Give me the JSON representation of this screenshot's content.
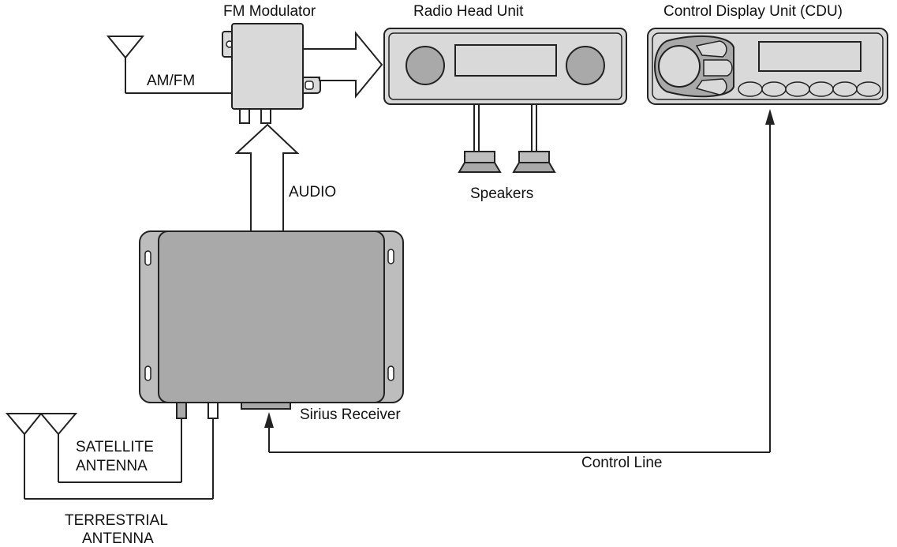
{
  "labels": {
    "fm_modulator": "FM Modulator",
    "radio_head_unit": "Radio Head Unit",
    "cdu": "Control Display Unit (CDU)",
    "am_fm": "AM/FM",
    "audio": "AUDIO",
    "speakers": "Speakers",
    "sirius_receiver": "Sirius Receiver",
    "satellite_antenna_line1": "SATELLITE",
    "satellite_antenna_line2": "ANTENNA",
    "terrestrial_antenna_line1": "TERRESTRIAL",
    "terrestrial_antenna_line2": "ANTENNA",
    "control_line": "Control Line"
  },
  "colors": {
    "line": "#222222",
    "device_fill": "#d9d9d9",
    "device_fill_dark": "#a9a9a9",
    "receiver_fill": "#bdbdbd",
    "background": "#ffffff"
  }
}
